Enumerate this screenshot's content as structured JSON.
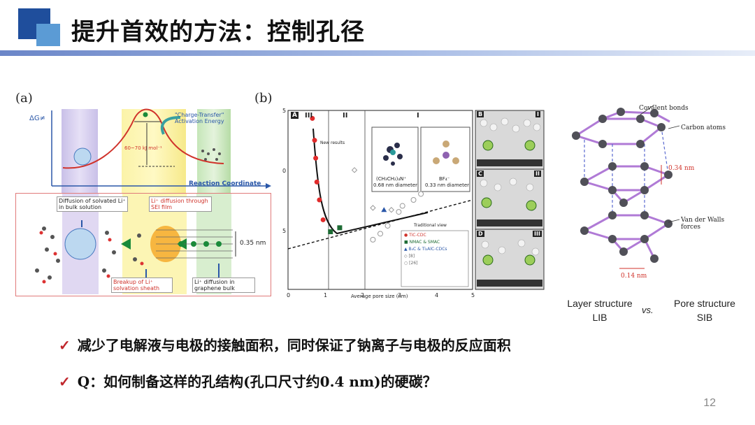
{
  "header": {
    "title": "提升首效的方法：控制孔径"
  },
  "figure_a": {
    "panel_label": "(a)",
    "y_axis_label": "ΔG≠",
    "x_axis_label": "Reaction Coordinate",
    "charge_transfer_label": "\"Charge-Transfer\" Activation Energy",
    "energy_label": "60~70 kJ mol⁻¹",
    "diffusion_solvated": "Diffusion of solvated Li⁺ in bulk solution",
    "diffusion_sei": "Li⁺ diffusion through SEI film",
    "interlayer": "0.35 nm",
    "breakup": "Breakup of Li⁺ solvation sheath",
    "diffusion_graphene": "Li⁺ diffusion in graphene bulk"
  },
  "figure_b": {
    "panel_label": "(b)",
    "region_labels": [
      "III",
      "II",
      "I"
    ],
    "chart_letter": "A",
    "new_results": "New results",
    "traditional_view": "Traditional view",
    "ion1_formula": "(CH₃CH₂)₄N⁺",
    "ion1_diam": "0.68 nm diameter",
    "ion2_formula": "BF₄⁻",
    "ion2_diam": "0.33 nm diameter",
    "x_axis_label": "Average pore size (nm)",
    "legend": [
      "TiC-CDC",
      "NMAC & SMAC",
      "B₄C & Ti₂AlC-CDCs",
      "[8]",
      "[26]"
    ],
    "side_letters": [
      "B",
      "C",
      "D"
    ],
    "side_numerals": [
      "I",
      "II",
      "III"
    ]
  },
  "chart_data": {
    "type": "scatter",
    "xlabel": "Average pore size (nm)",
    "xlim": [
      0,
      5
    ],
    "ylim": [
      0,
      9
    ],
    "x_ticks": [
      "0",
      "1",
      "2",
      "3",
      "4",
      "5"
    ],
    "y_ticks": [
      "5",
      "0",
      "5"
    ],
    "series": [
      {
        "name": "TiC-CDC",
        "color": "#e02b2b",
        "points": [
          [
            0.66,
            8.6
          ],
          [
            0.72,
            7.5
          ],
          [
            0.75,
            6.6
          ],
          [
            0.78,
            5.4
          ],
          [
            0.85,
            4.5
          ],
          [
            0.95,
            3.5
          ]
        ]
      },
      {
        "name": "NMAC & SMAC",
        "color": "#1d6b34",
        "points": [
          [
            1.15,
            2.9
          ],
          [
            1.4,
            3.1
          ]
        ]
      },
      {
        "name": "B₄C & Ti₂AlC-CDCs",
        "color": "#2a57a8",
        "points": [
          [
            2.6,
            4.0
          ]
        ]
      },
      {
        "name": "[8]",
        "color": "#999999",
        "points": [
          [
            1.8,
            6.0
          ],
          [
            2.3,
            4.1
          ],
          [
            2.8,
            4.0
          ]
        ]
      },
      {
        "name": "[26]",
        "color": "#999999",
        "points": [
          [
            2.3,
            2.5
          ],
          [
            2.5,
            2.8
          ],
          [
            2.7,
            3.2
          ],
          [
            3.0,
            3.9
          ],
          [
            3.1,
            4.2
          ],
          [
            3.4,
            4.5
          ],
          [
            3.6,
            4.8
          ]
        ]
      }
    ]
  },
  "structure": {
    "covalent_bonds": "Covalent bonds",
    "carbon_atoms": "Carbon atoms",
    "interlayer": "0.34 nm",
    "van_der_walls": "Van der Walls forces",
    "bond_length": "0.14 nm",
    "caption_left_1": "Layer structure",
    "caption_left_2": "LIB",
    "caption_vs": "vs.",
    "caption_right_1": "Pore structure",
    "caption_right_2": "SIB"
  },
  "bullets": [
    {
      "check": "✓",
      "text": "减少了电解液与电极的接触面积，同时保证了钠离子与电极的反应面积"
    },
    {
      "check": "✓",
      "text": "Q：如何制备这样的孔结构(孔口尺寸约0.4 nm)的硬碳？"
    }
  ],
  "page_number": "12",
  "colors": {
    "accent_dark": "#1f4e9c",
    "accent_light": "#5b9bd5",
    "check_red": "#c0262c",
    "hex_purple": "#b07ad6"
  }
}
